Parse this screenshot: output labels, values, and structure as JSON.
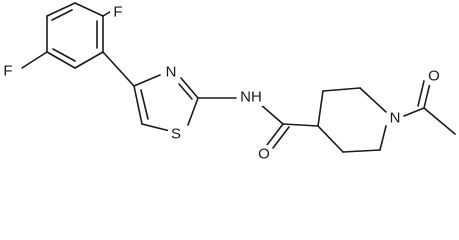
{
  "molecule": {
    "name": "",
    "atom_labels": {
      "fluorine_top": "F",
      "fluorine_left": "F",
      "thiazole_nitrogen": "N",
      "thiazole_sulfur": "S",
      "amide_nh": "NH",
      "amide_oxygen": "O",
      "piperidine_nitrogen": "N",
      "acetyl_oxygen": "O"
    }
  }
}
